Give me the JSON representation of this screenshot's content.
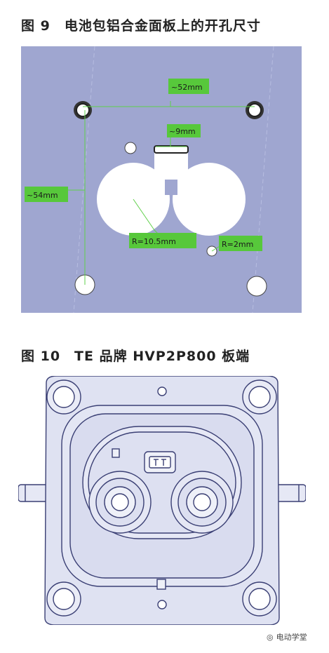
{
  "figure9": {
    "title": "图 9　电池包铝合金面板上的开孔尺寸",
    "labels": {
      "width_52": "~52mm",
      "width_9": "~9mm",
      "height_54": "~54mm",
      "radius_10_5": "R=10.5mm",
      "radius_2": "R=2mm"
    },
    "colors": {
      "panel": "#9fa6d0",
      "dim_line": "#5fd04a",
      "label_bg": "#57c83b"
    }
  },
  "figure10": {
    "title": "图 10　TE 品牌 HVP2P800 板端",
    "colors": {
      "stroke": "#3a3f74",
      "fill": "#dcdff0"
    }
  },
  "watermark": {
    "text": "电动学堂"
  }
}
